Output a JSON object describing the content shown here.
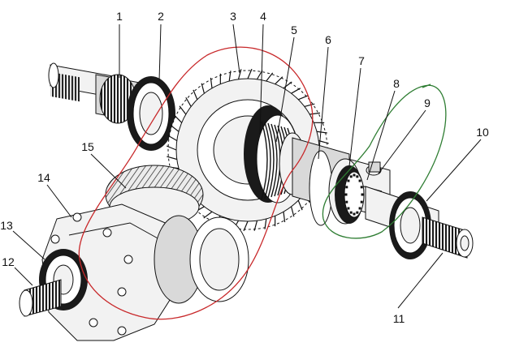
{
  "labels": [
    "1",
    "2",
    "3",
    "4",
    "5",
    "6",
    "7",
    "8",
    "9",
    "10",
    "11",
    "12",
    "13",
    "14",
    "15"
  ],
  "colors": {
    "red_annotation": "#c8282a",
    "green_annotation": "#2e7d32",
    "linework": "#111111",
    "background": "#ffffff"
  }
}
